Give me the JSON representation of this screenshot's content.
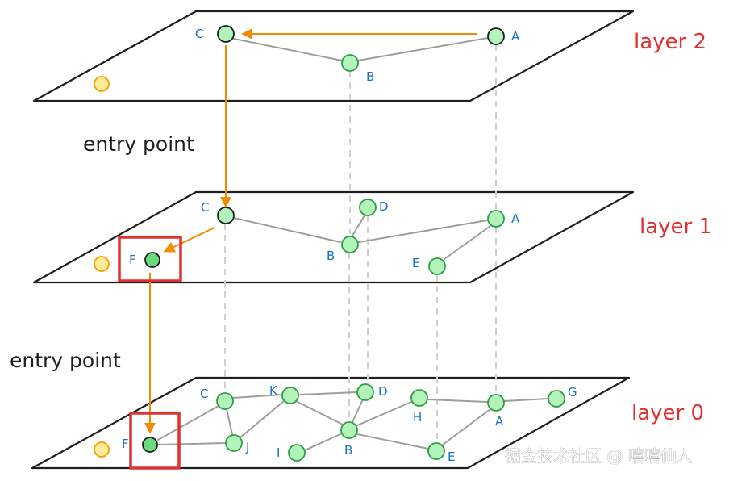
{
  "layers": [
    {
      "id": "layer-2",
      "label": "layer 2"
    },
    {
      "id": "layer-1",
      "label": "layer 1"
    },
    {
      "id": "layer-0",
      "label": "layer 0"
    }
  ],
  "entry_point_label": "entry point",
  "node_labels": {
    "l2_C": "C",
    "l2_A": "A",
    "l2_B": "B",
    "l1_C": "C",
    "l1_D": "D",
    "l1_A": "A",
    "l1_B": "B",
    "l1_F": "F",
    "l1_E": "E",
    "l0_C": "C",
    "l0_K": "K",
    "l0_D": "D",
    "l0_G": "G",
    "l0_H": "H",
    "l0_A": "A",
    "l0_F": "F",
    "l0_J": "J",
    "l0_I": "I",
    "l0_B": "B",
    "l0_E": "E"
  },
  "watermark": "掘金技术社区 @ 嘻嘻仙人",
  "colors": {
    "node_fill": "#b2f2bb",
    "node_stroke": "#1e1e1e",
    "entry_node_fill": "#69db7c",
    "edge": "#9e9e9e",
    "arrow": "#f08c00",
    "highlight": "#e03131",
    "node_label": "#1971c2",
    "layer_label": "#e03131",
    "entry_point_node": "#ffec99"
  }
}
